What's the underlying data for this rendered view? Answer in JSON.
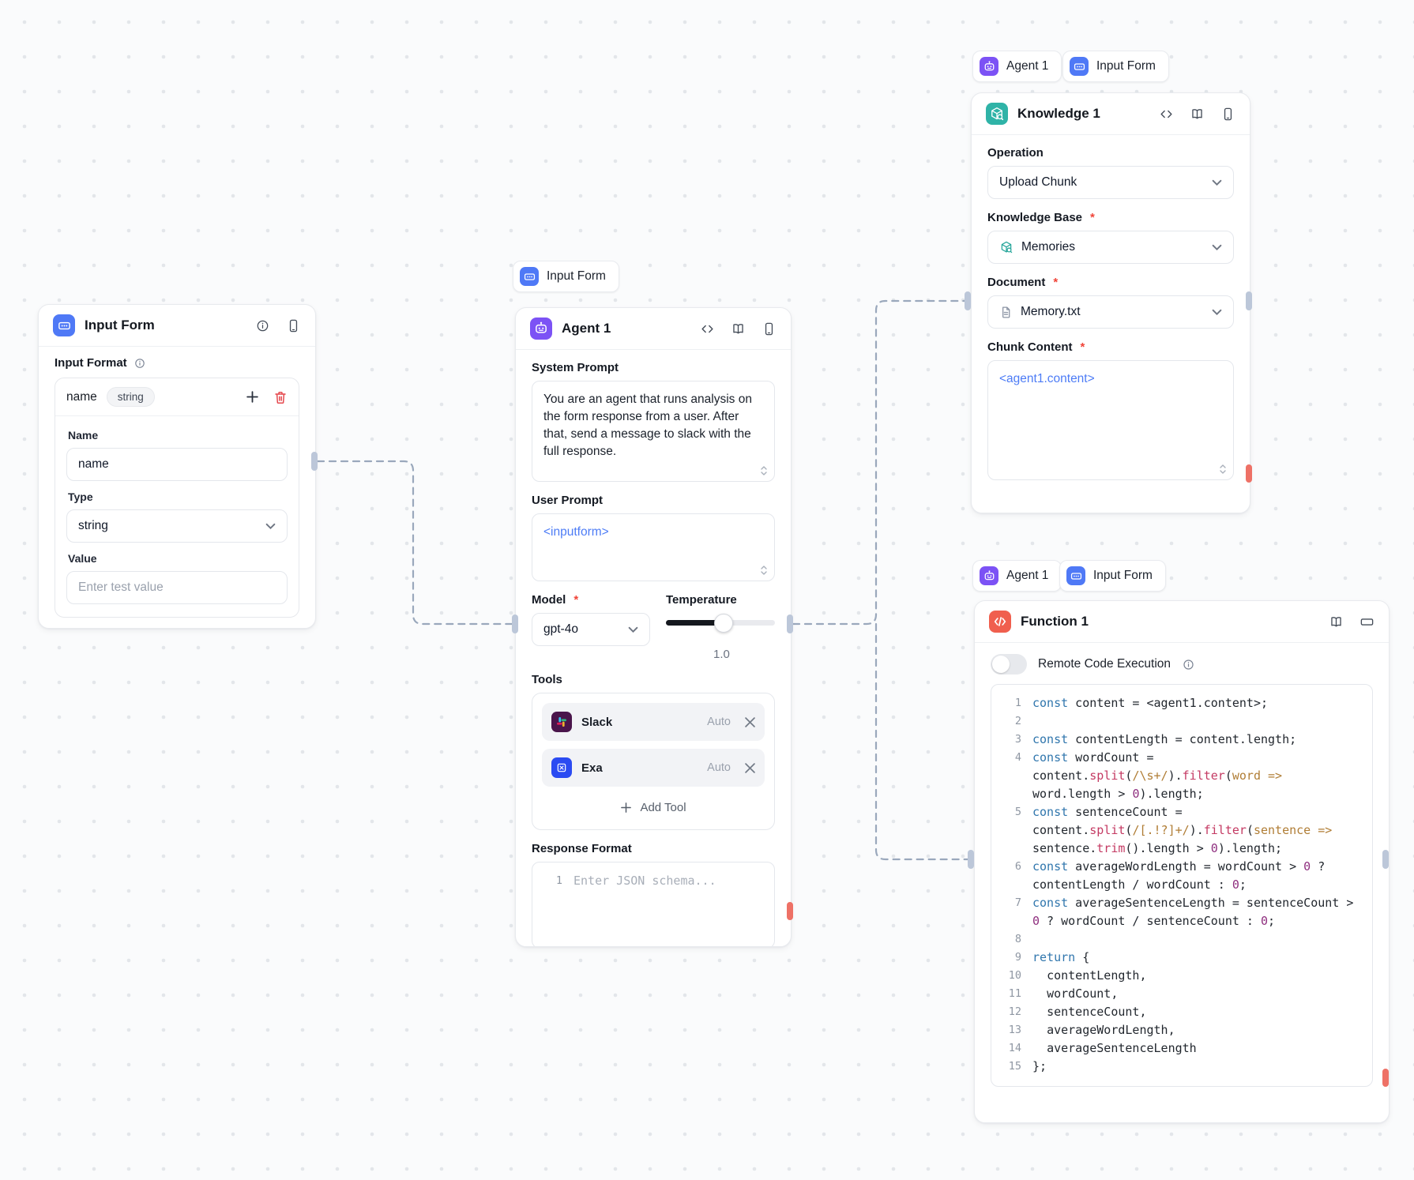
{
  "colors": {
    "canvas_bg": "#fafbfc",
    "dot_grid": "#e3e6ea",
    "wire": "#9aa8bc",
    "handle_gray": "#bcc7d9",
    "handle_red": "#ee7166",
    "input_form_accent": "#4f79f6",
    "agent_accent": "#7c52f5",
    "knowledge_accent": "#2fb3a7",
    "function_accent": "#f05f4e",
    "slack_bg": "#4a154b",
    "exa_bg": "#2b4bf2",
    "template_token_blue": "#4d7cf6",
    "required_asterisk": "#f04438"
  },
  "pills": {
    "agent_label": "Agent 1",
    "input_form_label": "Input Form"
  },
  "input_form_node": {
    "title": "Input Form",
    "input_format_label": "Input Format",
    "field_row": {
      "name": "name",
      "type_badge": "string"
    },
    "name_label": "Name",
    "name_value": "name",
    "type_label": "Type",
    "type_value": "string",
    "value_label": "Value",
    "value_placeholder": "Enter test value"
  },
  "agent_node": {
    "title": "Agent 1",
    "system_prompt_label": "System Prompt",
    "system_prompt_value": "You are an agent that runs analysis on the form response from a user. After that, send a message to slack with the full response.",
    "user_prompt_label": "User Prompt",
    "user_prompt_value": "<inputform>",
    "model_label": "Model",
    "model_value": "gpt-4o",
    "temperature_label": "Temperature",
    "temperature_value": "1.0",
    "tools_label": "Tools",
    "tools": [
      {
        "name": "Slack",
        "mode": "Auto"
      },
      {
        "name": "Exa",
        "mode": "Auto"
      }
    ],
    "add_tool_label": "Add Tool",
    "response_format_label": "Response Format",
    "response_line_number": "1",
    "response_placeholder": "Enter JSON schema..."
  },
  "knowledge_node": {
    "title": "Knowledge 1",
    "operation_label": "Operation",
    "operation_value": "Upload Chunk",
    "knowledge_base_label": "Knowledge Base",
    "knowledge_base_value": "Memories",
    "document_label": "Document",
    "document_value": "Memory.txt",
    "chunk_content_label": "Chunk Content",
    "chunk_content_value": "<agent1.content>"
  },
  "function_node": {
    "title": "Function 1",
    "toggle_label": "Remote Code Execution",
    "code_lines": [
      {
        "n": "1",
        "tokens": [
          [
            "kw",
            "const"
          ],
          [
            "pl",
            " content = <agent1.content>;"
          ]
        ]
      },
      {
        "n": "2",
        "tokens": []
      },
      {
        "n": "3",
        "tokens": [
          [
            "kw",
            "const"
          ],
          [
            "pl",
            " contentLength = content.length;"
          ]
        ]
      },
      {
        "n": "4",
        "tokens": [
          [
            "kw",
            "const"
          ],
          [
            "pl",
            " wordCount = content."
          ],
          [
            "fn",
            "split"
          ],
          [
            "pl",
            "("
          ],
          [
            "re",
            "/\\s+/"
          ],
          [
            "pl",
            ")."
          ],
          [
            "fn",
            "filter"
          ],
          [
            "pl",
            "("
          ],
          [
            "re",
            "word"
          ],
          [
            "pl",
            " "
          ],
          [
            "re",
            "=>"
          ],
          [
            "pl",
            " word.length > "
          ],
          [
            "num",
            "0"
          ],
          [
            "pl",
            ").length;"
          ]
        ]
      },
      {
        "n": "5",
        "tokens": [
          [
            "kw",
            "const"
          ],
          [
            "pl",
            " sentenceCount = content."
          ],
          [
            "fn",
            "split"
          ],
          [
            "pl",
            "("
          ],
          [
            "re",
            "/[.!?]+/"
          ],
          [
            "pl",
            ")."
          ],
          [
            "fn",
            "filter"
          ],
          [
            "pl",
            "("
          ],
          [
            "re",
            "sentence"
          ],
          [
            "pl",
            " "
          ],
          [
            "re",
            "=>"
          ],
          [
            "pl",
            " sentence."
          ],
          [
            "fn",
            "trim"
          ],
          [
            "pl",
            "().length > "
          ],
          [
            "num",
            "0"
          ],
          [
            "pl",
            ").length;"
          ]
        ]
      },
      {
        "n": "6",
        "tokens": [
          [
            "kw",
            "const"
          ],
          [
            "pl",
            " averageWordLength = wordCount > "
          ],
          [
            "num",
            "0"
          ],
          [
            "pl",
            " ? contentLength / wordCount : "
          ],
          [
            "num",
            "0"
          ],
          [
            "pl",
            ";"
          ]
        ]
      },
      {
        "n": "7",
        "tokens": [
          [
            "kw",
            "const"
          ],
          [
            "pl",
            " averageSentenceLength = sentenceCount > "
          ],
          [
            "num",
            "0"
          ],
          [
            "pl",
            " ? wordCount / sentenceCount : "
          ],
          [
            "num",
            "0"
          ],
          [
            "pl",
            ";"
          ]
        ]
      },
      {
        "n": "8",
        "tokens": []
      },
      {
        "n": "9",
        "tokens": [
          [
            "kw",
            "return"
          ],
          [
            "pl",
            " {"
          ]
        ]
      },
      {
        "n": "10",
        "tokens": [
          [
            "pl",
            "  contentLength,"
          ]
        ]
      },
      {
        "n": "11",
        "tokens": [
          [
            "pl",
            "  wordCount,"
          ]
        ]
      },
      {
        "n": "12",
        "tokens": [
          [
            "pl",
            "  sentenceCount,"
          ]
        ]
      },
      {
        "n": "13",
        "tokens": [
          [
            "pl",
            "  averageWordLength,"
          ]
        ]
      },
      {
        "n": "14",
        "tokens": [
          [
            "pl",
            "  averageSentenceLength"
          ]
        ]
      },
      {
        "n": "15",
        "tokens": [
          [
            "pl",
            "};"
          ]
        ]
      }
    ]
  },
  "connections": [
    {
      "from": "input-form",
      "to": "agent-1"
    },
    {
      "from": "agent-1",
      "to": "knowledge-1"
    },
    {
      "from": "agent-1",
      "to": "function-1"
    }
  ]
}
